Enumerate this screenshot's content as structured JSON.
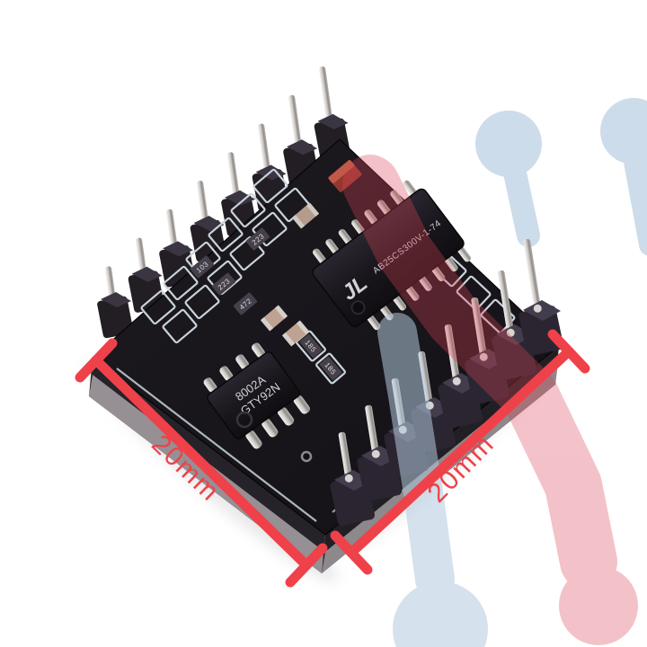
{
  "image": {
    "kind": "product-photo",
    "background": "#ffffff",
    "subject": "16-pin MP3 audio module PCB with soldered pin headers, isometric product photo on white with decorative circuit-trace graphics",
    "accent_red": "#ef4149",
    "decor_pink": "#f3c8ce",
    "decor_blue": "#cddcea"
  },
  "dimension_annotations": {
    "left_label": "20mm",
    "right_label": "20mm"
  },
  "module": {
    "pin_count_per_row": 8,
    "main_chip": {
      "logo": "JL",
      "marking": "AB25CS300V-1-74",
      "lead_count_per_side": 8
    },
    "amp_chip": {
      "line1": "8002A",
      "line2": "GTY92N",
      "lead_count_per_side": 4
    },
    "resistor_labels": [
      "223",
      "223",
      "472",
      "103",
      "185",
      "185"
    ]
  }
}
